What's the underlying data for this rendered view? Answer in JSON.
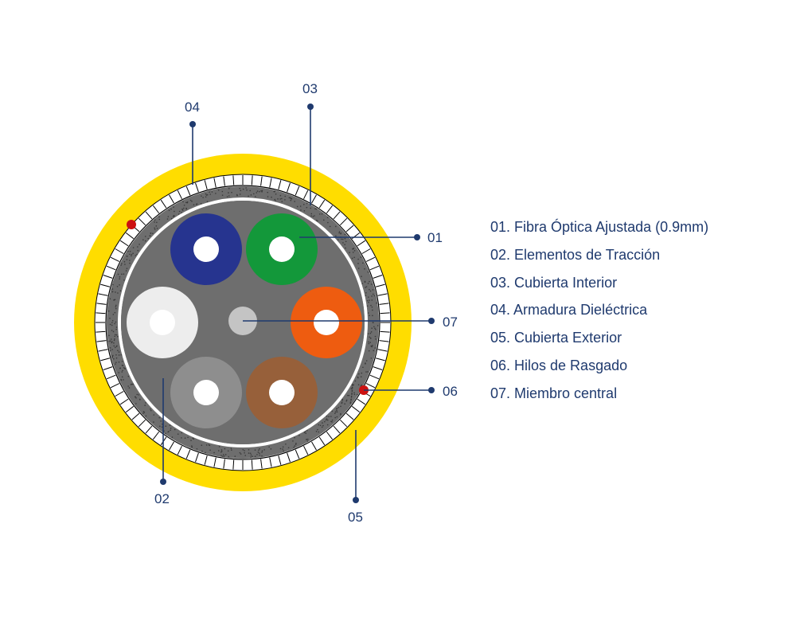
{
  "colors": {
    "outer_jacket": "#ffdd00",
    "armor": "#ffffff",
    "armor_line": "#000000",
    "inner_jacket": "#6e6e6e",
    "inner_ring": "#ffffff",
    "core_fill": "#6e6e6e",
    "fiber_bore": "#ffffff",
    "central_member": "#c4c4c4",
    "ripcord": "#cc1111",
    "leader": "#1f3a6e"
  },
  "fibers": [
    {
      "color": "blue",
      "hex": "#26348f"
    },
    {
      "color": "green",
      "hex": "#13983a"
    },
    {
      "color": "orange",
      "hex": "#ee5c10"
    },
    {
      "color": "brown",
      "hex": "#97603a"
    },
    {
      "color": "grey",
      "hex": "#8e8e8e"
    },
    {
      "color": "white",
      "hex": "#ededed"
    }
  ],
  "callouts": {
    "c01": "01",
    "c02": "02",
    "c03": "03",
    "c04": "04",
    "c05": "05",
    "c06": "06",
    "c07": "07"
  },
  "legend": [
    "01. Fibra Óptica Ajustada (0.9mm)",
    "02. Elementos de Tracción",
    "03. Cubierta Interior",
    "04. Armadura Dieléctrica",
    "05. Cubierta Exterior",
    "06. Hilos de Rasgado",
    "07. Miembro central"
  ]
}
